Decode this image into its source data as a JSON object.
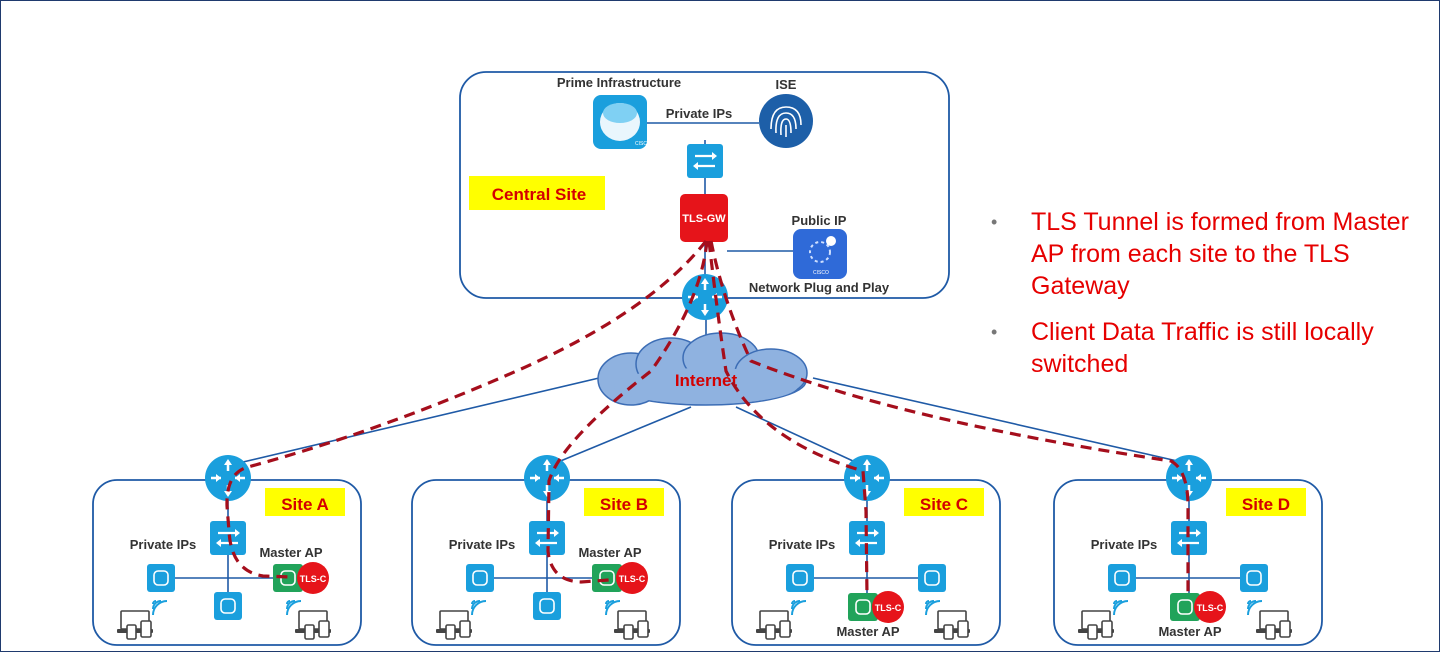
{
  "central": {
    "prime_label": "Prime Infrastructure",
    "ise_label": "ISE",
    "private_ips": "Private IPs",
    "site_label": "Central Site",
    "gateway_label": "TLS-GW",
    "public_ip": "Public IP",
    "pnp_label": "Network Plug and Play"
  },
  "internet_label": "Internet",
  "notes": [
    "TLS Tunnel is formed from Master AP from each site to the TLS Gateway",
    "Client Data Traffic is still locally switched"
  ],
  "bullet_glyph": "•",
  "ap_label": "TLS-C",
  "sites": [
    {
      "name": "Site A",
      "private_ips": "Private IPs",
      "master_ap": "Master AP"
    },
    {
      "name": "Site B",
      "private_ips": "Private IPs",
      "master_ap": "Master AP"
    },
    {
      "name": "Site C",
      "private_ips": "Private IPs",
      "master_ap": "Master AP"
    },
    {
      "name": "Site D",
      "private_ips": "Private IPs",
      "master_ap": "Master AP"
    }
  ],
  "colors": {
    "box_border": "#1f5aa6",
    "device_blue": "#1a9fdd",
    "tunnel": "#a50e1c",
    "label_yellow": "#ffff00",
    "tls_red": "#e6141a",
    "master_green": "#21a35a",
    "text_red": "#e60000"
  }
}
